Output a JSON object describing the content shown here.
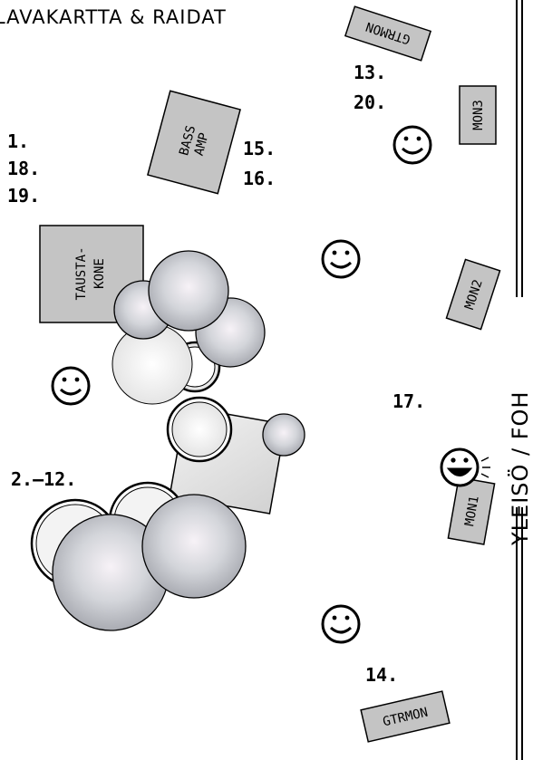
{
  "title": "LAVAKARTTA & RAIDAT",
  "side_label": "YLEISÖ / FOH",
  "amps": {
    "bass_amp": [
      "BASS",
      "AMP"
    ],
    "backline": [
      "TAUSTA-",
      "KONE"
    ],
    "gtrmon_top": "GTRMON",
    "gtrmon_bottom": "GTRMON"
  },
  "monitors": {
    "mon1": "MON1",
    "mon2": "MON2",
    "mon3": "MON3"
  },
  "tracks": {
    "t1": "1.",
    "t18": "18.",
    "t19": "19.",
    "t15": "15.",
    "t16": "16.",
    "t13": "13.",
    "t20": "20.",
    "t2_12": "2.–12.",
    "t17": "17.",
    "t14": "14."
  },
  "colors": {
    "box_fill": "#c4c4c4",
    "drum_fill": "#c9cbd0",
    "line": "#000000",
    "background": "#ffffff"
  }
}
